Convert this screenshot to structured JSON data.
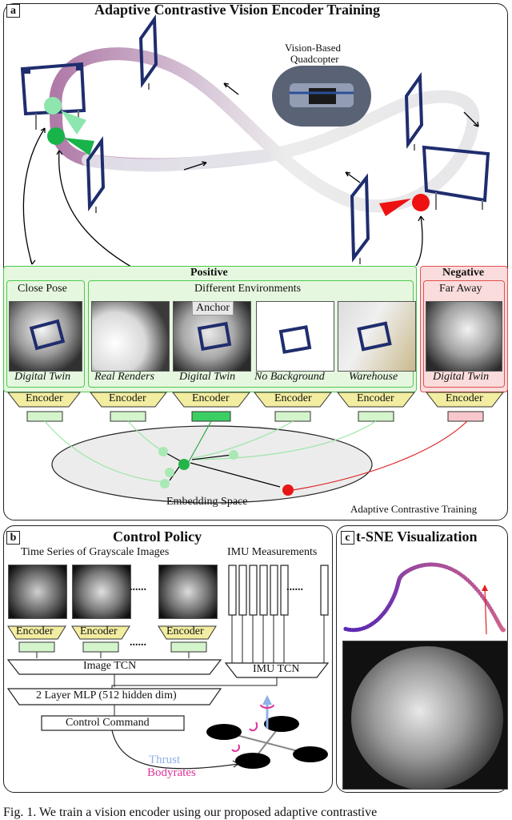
{
  "panel_a": {
    "tag": "a",
    "title": "Adaptive Contrastive Vision Encoder Training",
    "quadcopter_label_line1": "Vision-Based",
    "quadcopter_label_line2": "Quadcopter",
    "positive_title": "Positive",
    "negative_title": "Negative",
    "close_pose": "Close Pose",
    "different_envs": "Different Environments",
    "far_away": "Far Away",
    "anchor": "Anchor",
    "thumb_labels": [
      "Digital Twin",
      "Real Renders",
      "Digital Twin",
      "No Background",
      "Warehouse",
      "Digital Twin"
    ],
    "encoder_label": "Encoder",
    "embedding_space": "Embedding Space",
    "adaptive_training": "Adaptive Contrastive Training"
  },
  "panel_b": {
    "tag": "b",
    "title": "Control Policy",
    "images_label": "Time Series of Grayscale Images",
    "imu_label": "IMU Measurements",
    "encoder_label": "Encoder",
    "dots": "......",
    "image_tcn": "Image TCN",
    "imu_tcn": "IMU TCN",
    "mlp": "2 Layer MLP (512 hidden dim)",
    "control_command": "Control Command",
    "thrust": "Thrust",
    "bodyrates": "Bodyrates"
  },
  "panel_c": {
    "tag": "c",
    "title": "t-SNE Visualization"
  },
  "caption": "Fig. 1.   We train a vision encoder using our proposed adaptive contrastive",
  "colors": {
    "positive_green": "#4cc94c",
    "positive_fill": "#e6f7e0",
    "negative_red": "#e05050",
    "negative_fill": "#fbdcdc",
    "encoder_yellow": "#f2eda0",
    "thrust": "#8fb1e8",
    "bodyrates": "#e0329a"
  }
}
